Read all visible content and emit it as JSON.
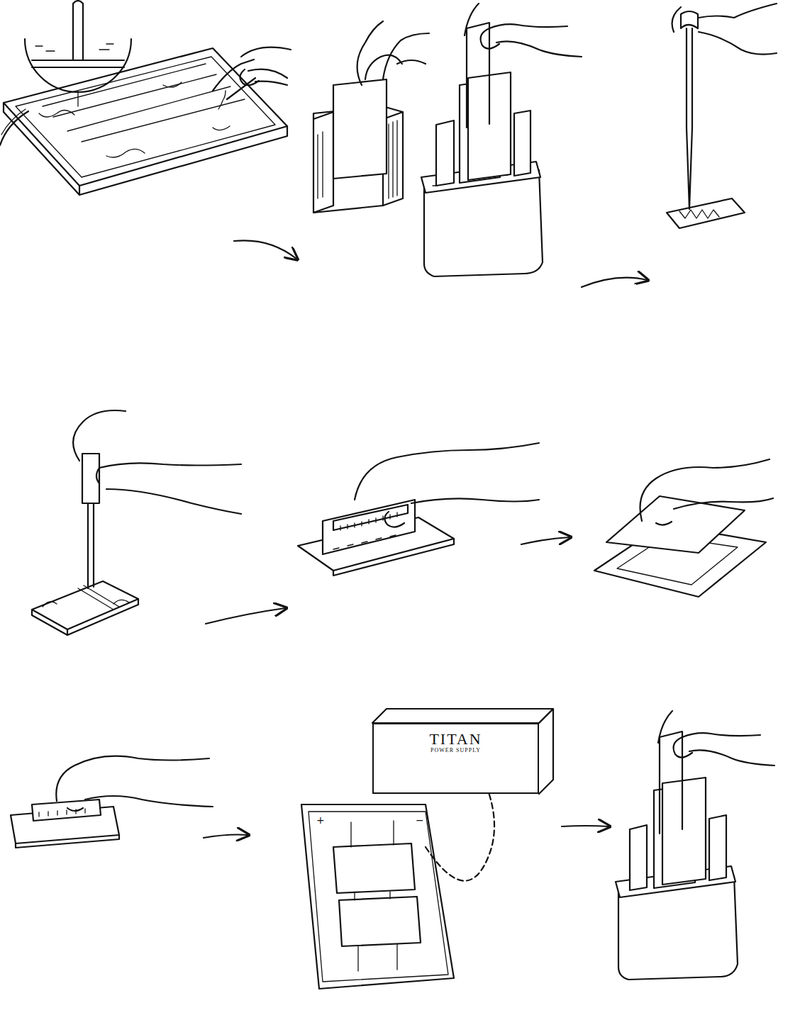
{
  "diagram": {
    "nodes": [
      {
        "text": [
          "TITAN",
          "POWER SUPPLY"
        ]
      }
    ],
    "labels": [
      "+",
      "−"
    ]
  }
}
